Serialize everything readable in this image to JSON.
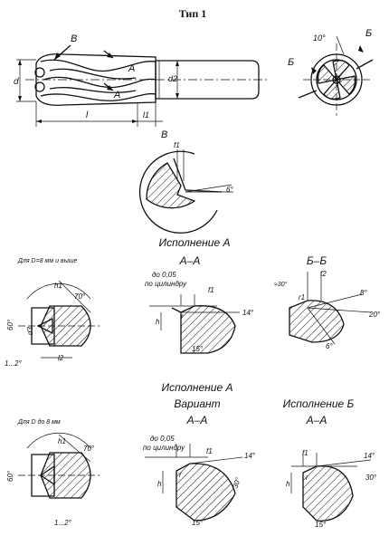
{
  "title": "Тип 1",
  "labels": {
    "view_b": "B",
    "section_a": "A",
    "section_b": "Б",
    "dim_d": "d",
    "dim_d2": "d2",
    "dim_l": "l",
    "dim_l1": "l1",
    "angle_10": "10°",
    "detail_b": "B",
    "f1": "f1",
    "angle_6": "6°",
    "ispolnenie_a": "Исполнение А",
    "aa1": "А–А",
    "bb": "Б–Б",
    "note_d8_up": "Для D=8 мм и выше",
    "h1": "h1",
    "angle_70": "70°",
    "angle_60": "60°",
    "d3": "d3",
    "l2": "l2",
    "angle_1_2": "1...2°",
    "tol_005": "до 0,05",
    "po_cil": "по цилиндру",
    "h": "h",
    "r": "r",
    "angle_14": "14°",
    "angle_15": "15°",
    "angle_30": "≈30°",
    "f2": "f2",
    "r1": "r1",
    "angle_8": "8°",
    "angle_20": "20°",
    "angle_6b": "6°",
    "isp_a2": "Исполнение А",
    "variant": "Вариант",
    "isp_b": "Исполнение Б",
    "aa2": "А–А",
    "aa3": "А–А",
    "note_d_to8": "Для D до 8 мм",
    "angle_70b": "70°",
    "angle_60b": "60°",
    "h1b": "h1",
    "angle_1_2b": "1...2°",
    "tol_005b": "до 0,05",
    "po_cil_b": "по цилиндру",
    "f1b": "f1",
    "hb": "h",
    "rb": "r",
    "angle_14b": "14°",
    "angle_30b": "30°",
    "angle_15b": "15°",
    "f1c": "f1",
    "hc": "h",
    "rc": "r",
    "angle_14c": "14°",
    "angle_30c": "30°",
    "angle_15c": "15°"
  }
}
